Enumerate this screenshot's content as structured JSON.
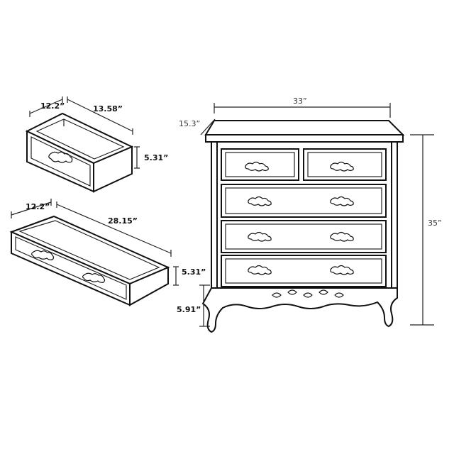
{
  "small_drawer": {
    "depth_label": "12.2”",
    "width_label": "13.58”",
    "height_label": "5.31”"
  },
  "long_drawer": {
    "depth_label": "12.2”",
    "width_label": "28.15”",
    "height_label": "5.31”"
  },
  "chest": {
    "width_label": "33”",
    "depth_label": "15.3”",
    "height_label": "35”",
    "leg_height_label": "5.91”"
  }
}
